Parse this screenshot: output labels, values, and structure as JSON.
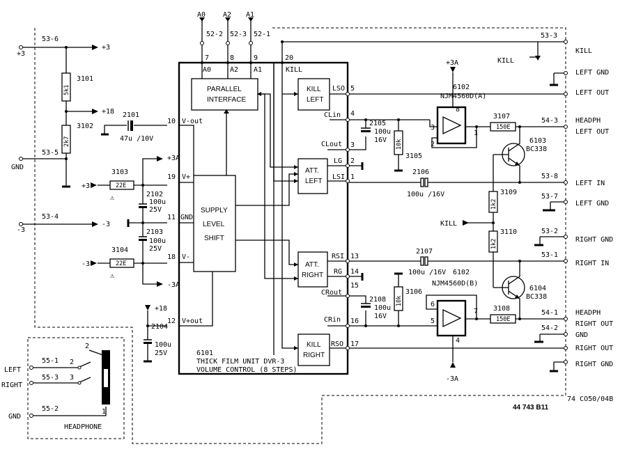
{
  "addr": {
    "a0": "A0",
    "a2": "A2",
    "a1": "A1",
    "p1": "52-2",
    "p2": "52-3",
    "p3": "52-1"
  },
  "power": {
    "plus3": "+3",
    "minus3": "-3",
    "plus18": "+18",
    "gnd": "GND",
    "c536": "53-6",
    "c535": "53-5",
    "c534": "53-4",
    "r3101": "3101",
    "r3101v": "5k1",
    "r3102": "3102",
    "r3102v": "2k7",
    "c2101": "2101",
    "c2101v": "47u /10V",
    "r3103": "3103",
    "r3103v": "22E",
    "r3104": "3104",
    "r3104v": "22E",
    "c2102": "2102",
    "c2102v": "100u",
    "c2102vv": "25V",
    "c2103": "2103",
    "c2103v": "100u",
    "c2103vv": "25V",
    "c2104": "2104",
    "c2104v": "100u",
    "c2104vv": "25V",
    "plus3a": "+3A",
    "minus3a": "-3A",
    "warn": "⚠"
  },
  "ic": {
    "p7": "7",
    "p8": "8",
    "p9": "9",
    "p20": "20",
    "a0": "A0",
    "a2": "A2",
    "a1": "A1",
    "kill": "KILL",
    "p10": "10",
    "vout": "V-out",
    "p19": "19",
    "vplus": "V+",
    "p11": "11",
    "gnd": "GND",
    "p18": "18",
    "vminus": "V-",
    "p12": "12",
    "vpout": "V+out",
    "parallel1": "PARALLEL",
    "parallel2": "INTERFACE",
    "supply1": "SUPPLY",
    "supply2": "LEVEL",
    "supply3": "SHIFT",
    "killleft1": "KILL",
    "killleft2": "LEFT",
    "attleft1": "ATT.",
    "attleft2": "LEFT",
    "attright1": "ATT.",
    "attright2": "RIGHT",
    "killright1": "KILL",
    "killright2": "RIGHT",
    "lso": "LSO",
    "clin": "CLin",
    "clout": "CLout",
    "lg": "LG",
    "lsi": "LSI",
    "rsi": "RSI",
    "rg": "RG",
    "crout": "CRout",
    "crin": "CRin",
    "rso": "RSO",
    "n5": "5",
    "n4": "4",
    "n3": "3",
    "n2": "2",
    "n1": "1",
    "n13": "13",
    "n14": "14",
    "n15": "15",
    "n16": "16",
    "n17": "17",
    "ref": "6101",
    "desc1": "THICK FILM UNIT DVR-3",
    "desc2": "VOLUME CONTROL (8 STEPS)"
  },
  "left_chan": {
    "c2105": "2105",
    "c2105v": "100u",
    "c2105vv": "16V",
    "r10k": "10k",
    "r3105": "3105",
    "c2106": "2106",
    "c2106v": "100u /16V",
    "opamp": "6102",
    "opampv": "NJM4560D(A)",
    "plus3a": "+3A",
    "p8": "8",
    "p3": "3",
    "p2": "2",
    "p1": "1",
    "r3107": "3107",
    "r3107v": "150E",
    "q6103": "6103",
    "q6103v": "BC338"
  },
  "right_chan": {
    "c2107": "2107",
    "c2107v": "100u /16V",
    "c2108": "2108",
    "c2108v": "100u",
    "c2108vv": "16V",
    "r10k": "10k",
    "r3106": "3106",
    "opamp": "6102",
    "opampv": "NJM4560D(B)",
    "p6": "6",
    "p5": "5",
    "p7": "7",
    "p4": "4",
    "minus3a": "-3A",
    "r3108": "3108",
    "r3108v": "150E",
    "q6104": "6104",
    "q6104v": "BC338"
  },
  "mid": {
    "r3109": "3109",
    "r3109v": "1k2",
    "r3110": "3110",
    "r3110v": "1k2",
    "kill": "KILL"
  },
  "connectors": {
    "c533": "53-3",
    "kill": "KILL",
    "kill2": "KILL",
    "left_gnd": "LEFT GND",
    "left_out": "LEFT OUT",
    "c543": "54-3",
    "headph1": "HEADPH",
    "headph1b": "LEFT OUT",
    "c538": "53-8",
    "left_in": "LEFT IN",
    "c537": "53-7",
    "left_gnd2": "LEFT GND",
    "c532": "53-2",
    "right_gnd": "RIGHT GND",
    "c531": "53-1",
    "right_in": "RIGHT IN",
    "c541": "54-1",
    "headph2": "HEADPH",
    "headph2b": "RIGHT OUT",
    "c542": "54-2",
    "gnd": "GND",
    "right_out": "RIGHT OUT",
    "right_gnd2": "RIGHT GND"
  },
  "headphone": {
    "left": "LEFT",
    "right": "RIGHT",
    "gnd": "GND",
    "c551": "55-1",
    "c553": "55-3",
    "c552": "55-2",
    "p2": "2",
    "p2b": "2",
    "p3": "3",
    "p1": "1",
    "label": "HEADPHONE"
  },
  "footer": {
    "code": "74 CO50/04B",
    "doc": "44 743 B11"
  }
}
